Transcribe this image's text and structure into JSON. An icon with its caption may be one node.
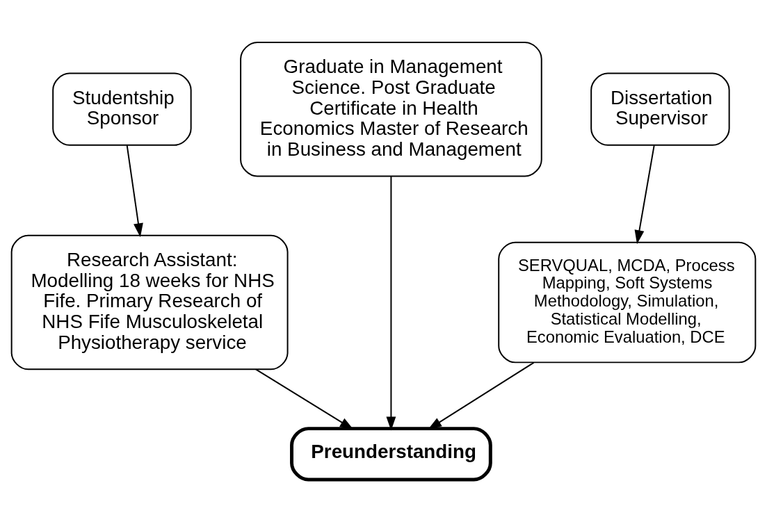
{
  "diagram": {
    "nodes": [
      {
        "text": [
          "Studentship Sponsor"
        ]
      },
      {
        "text": [
          "Graduate in Management Science. Post Graduate Certificate in Health Economics Master of Research in Business and Management"
        ]
      },
      {
        "text": [
          "Dissertation Supervisor"
        ]
      },
      {
        "text": [
          "Research Assistant: Modelling 18 weeks for NHS Fife. Primary Research of NHS Fife Musculoskeletal Physiotherapy service"
        ]
      },
      {
        "text": [
          "SERVQUAL, MCDA, Process Mapping, Soft Systems Methodology, Simulation, Statistical Modelling, Economic Evaluation, DCE"
        ]
      },
      {
        "text": [
          "Preunderstanding"
        ]
      }
    ],
    "edges": [
      {
        "from": 0,
        "to": 3,
        "arrow": "to"
      },
      {
        "from": 2,
        "to": 4,
        "arrow": "to"
      },
      {
        "from": 3,
        "to": 5,
        "arrow": "to"
      },
      {
        "from": 1,
        "to": 5,
        "arrow": "to"
      },
      {
        "from": 4,
        "to": 5,
        "arrow": "to"
      }
    ]
  }
}
